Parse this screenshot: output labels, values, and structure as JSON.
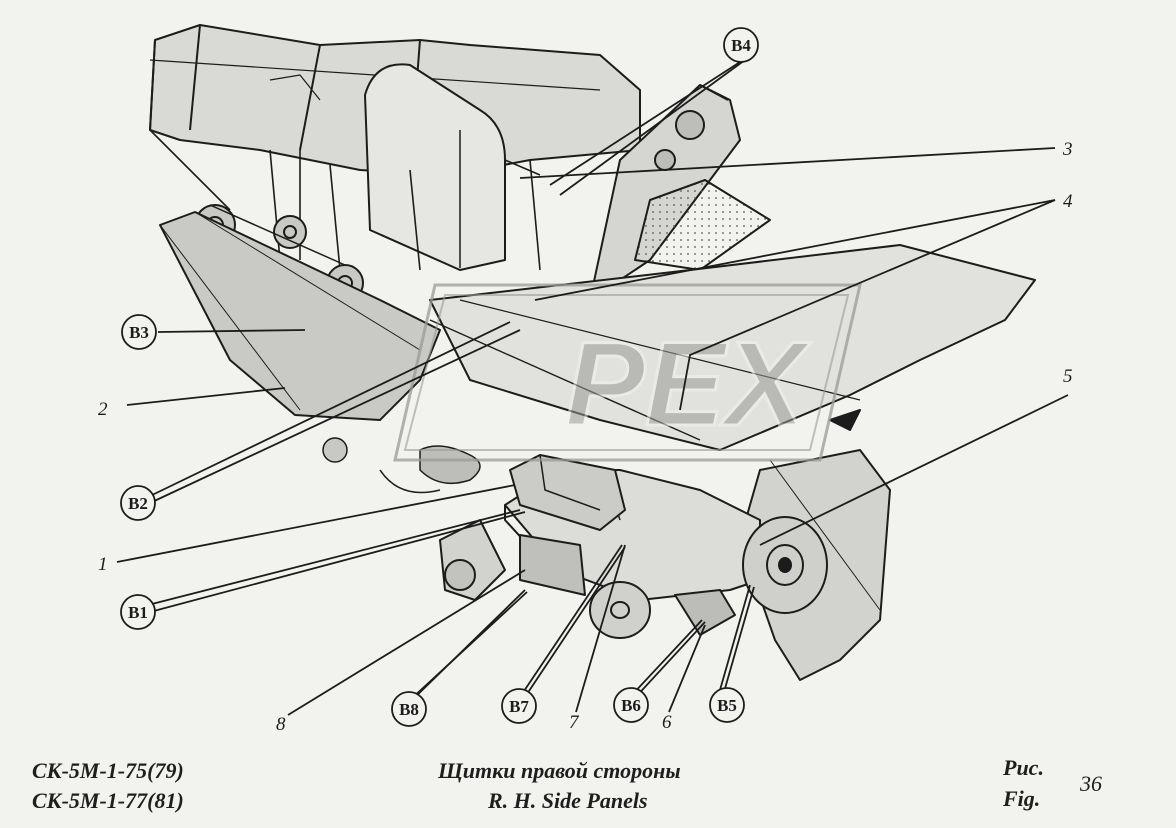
{
  "title_ru": "Щитки правой стороны",
  "title_en": "R. H. Side Panels",
  "models": [
    "СК-5М-1-75(79)",
    "СК-5М-1-77(81)"
  ],
  "fig_label_ru": "Рис.",
  "fig_label_en": "Fig.",
  "fig_number": "36",
  "watermark": "PEX",
  "callouts": {
    "b1": "B1",
    "b2": "B2",
    "b3": "B3",
    "b4": "B4",
    "b5": "B5",
    "b6": "B6",
    "b7": "B7",
    "b8": "B8",
    "n1": "1",
    "n2": "2",
    "n3": "3",
    "n4": "4",
    "n5": "5",
    "n6": "6",
    "n7": "7",
    "n8": "8"
  },
  "colors": {
    "ink": "#1c1c1c",
    "paper": "#f2f2ef",
    "shade": "#cfcfcb",
    "watermark": "#9a9a96"
  }
}
